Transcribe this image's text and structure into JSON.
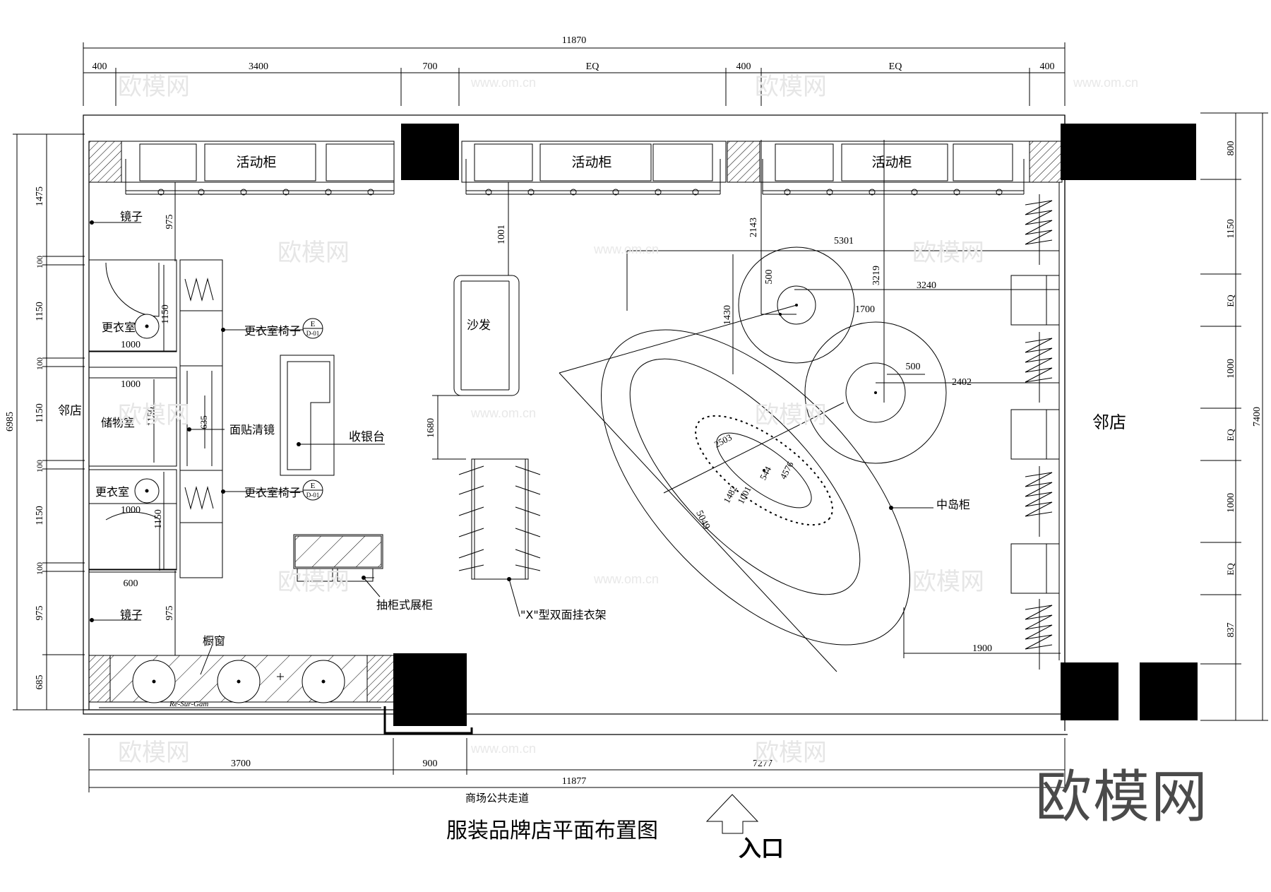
{
  "drawing": {
    "title": "服装品牌店平面布置图",
    "entrance_label": "入口",
    "corridor_label": "商场公共走道",
    "watermark_brand": "欧模网",
    "watermark_url": "www.om.cn"
  },
  "dimensions": {
    "top_total": "11870",
    "top_segments": [
      "400",
      "3400",
      "700",
      "EQ",
      "400",
      "EQ",
      "400"
    ],
    "bottom_segments": [
      "3700",
      "900",
      "7277"
    ],
    "bottom_total": "11877",
    "left_total": "6985",
    "left_segments": [
      "1475",
      "100",
      "1150",
      "100",
      "1150",
      "100",
      "1150",
      "100",
      "975",
      "685"
    ],
    "right_total": "7400",
    "right_segments": [
      "800",
      "1150",
      "EQ",
      "1000",
      "EQ",
      "1000",
      "EQ",
      "837"
    ],
    "interior": {
      "d975_top": "975",
      "d975_bot": "975",
      "d1000_a": "1000",
      "d1000_b": "1000",
      "d1000_c": "1000",
      "d1150_a": "1150",
      "d1150_b": "1150",
      "d1150_c": "1150",
      "d600": "600",
      "d635": "635",
      "d1001": "1001",
      "d1680": "1680",
      "d2143": "2143",
      "d5301": "5301",
      "d3219": "3219",
      "d3240": "3240",
      "d500_a": "500",
      "d500_b": "500",
      "d1700": "1700",
      "d1430": "1430",
      "d2402": "2402",
      "d2503": "2503",
      "d4576": "4576",
      "d544": "544",
      "d1482": "1482",
      "d1001b": "1001",
      "d5049": "5049",
      "d1900": "1900"
    }
  },
  "labels": {
    "cabinet": "活动柜",
    "mirror": "镜子",
    "fitting_room": "更衣室",
    "storage_room": "储物室",
    "neighbor_store": "邻店",
    "fitting_chair": "更衣室椅子",
    "tag_e": "E",
    "tag_d01": "D-01",
    "wall_mirror": "面贴清镜",
    "cashier": "收银台",
    "sofa": "沙发",
    "drawer_cabinet": "抽柜式展柜",
    "x_rack": "\"X\"型双面挂衣架",
    "island": "中岛柜",
    "window": "橱窗",
    "logo_script": "Re-Sur-Gam"
  }
}
